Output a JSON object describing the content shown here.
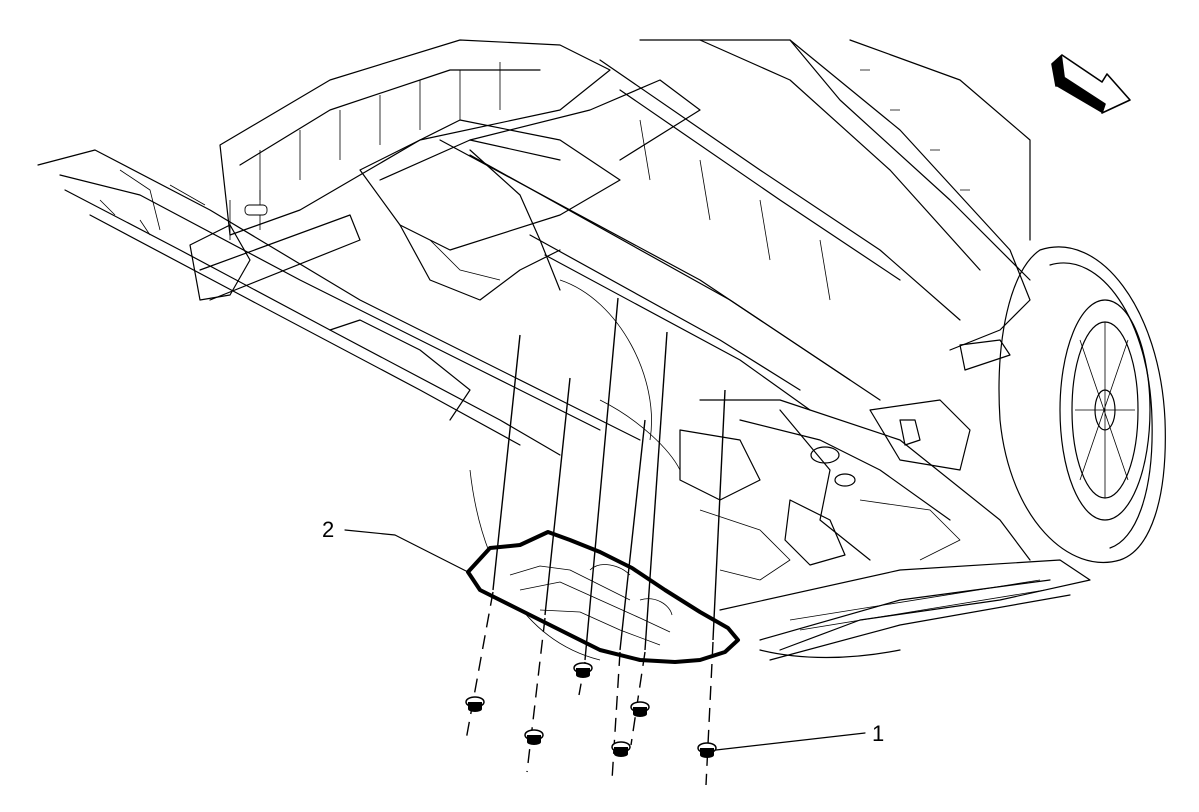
{
  "diagram": {
    "callouts": [
      {
        "id": "callout-1",
        "text": "1"
      },
      {
        "id": "callout-2",
        "text": "2"
      }
    ],
    "icons": {
      "direction_arrow": "front-direction-arrow-icon",
      "fastener": "nut-fastener-icon"
    },
    "colors": {
      "line": "#000000",
      "background": "#ffffff"
    }
  }
}
